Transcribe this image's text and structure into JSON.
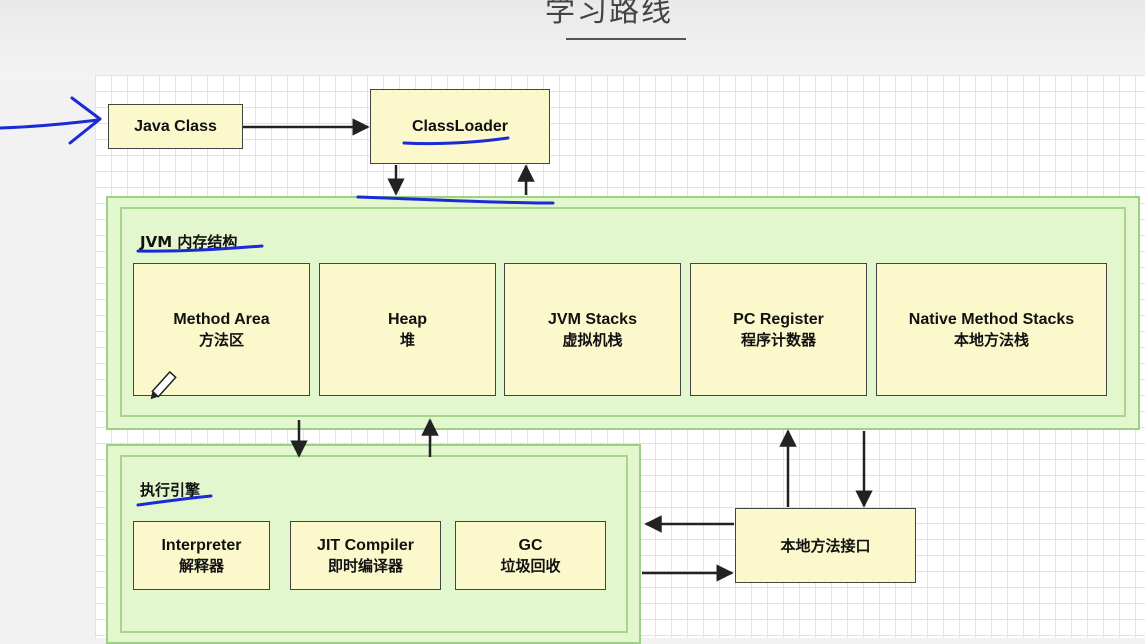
{
  "title": "学习路线",
  "nodes": {
    "java_class": {
      "en": "Java Class"
    },
    "class_loader": {
      "en": "ClassLoader"
    },
    "jvm_memory": {
      "label": "JVM 内存结构",
      "areas": [
        {
          "en": "Method Area",
          "zh": "方法区"
        },
        {
          "en": "Heap",
          "zh": "堆"
        },
        {
          "en": "JVM Stacks",
          "zh": "虚拟机栈"
        },
        {
          "en": "PC Register",
          "zh": "程序计数器"
        },
        {
          "en": "Native Method Stacks",
          "zh": "本地方法栈"
        }
      ]
    },
    "execution_engine": {
      "label": "执行引擎",
      "parts": [
        {
          "en": "Interpreter",
          "zh": "解释器"
        },
        {
          "en": "JIT Compiler",
          "zh": "即时编译器"
        },
        {
          "en": "GC",
          "zh": "垃圾回收"
        }
      ]
    },
    "native_interface": {
      "zh": "本地方法接口"
    }
  },
  "colors": {
    "panel_fill": "#e3f7cf",
    "panel_border": "#9fce86",
    "box_fill": "#fbf8cc",
    "annotation": "#1a2bd6"
  },
  "icons": [
    "pen-cursor-icon"
  ]
}
